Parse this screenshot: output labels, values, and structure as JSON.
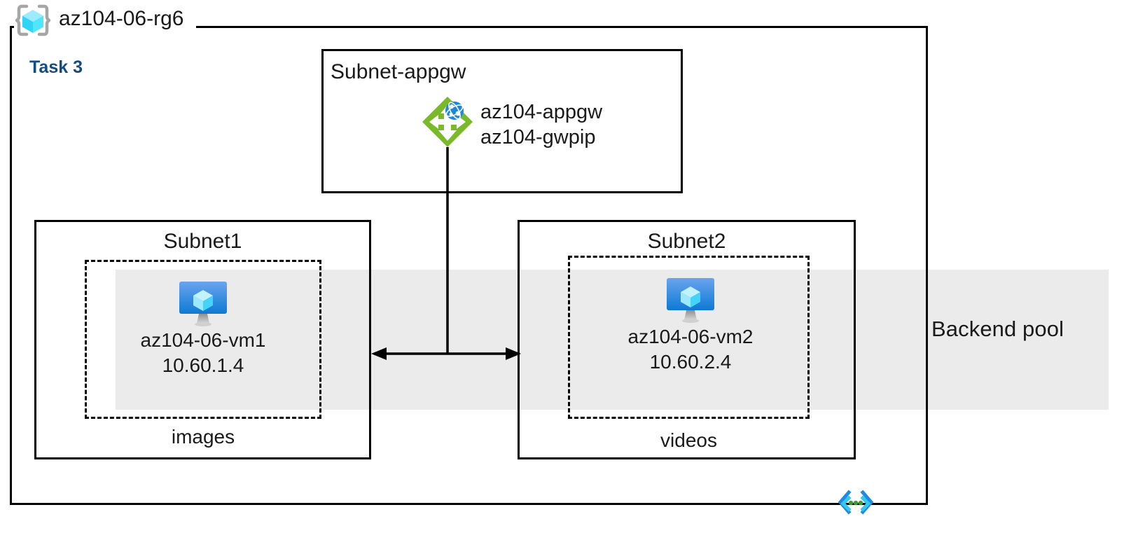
{
  "diagram": {
    "resource_group": {
      "name": "az104-06-rg6",
      "icon": "resource-group-cube-icon"
    },
    "task_label": "Task 3",
    "backend_pool": {
      "label": "Backend pool",
      "band_color": "#ebebeb"
    },
    "accent_colors": {
      "task_blue": "#124c84",
      "appgw_green": "#7ab929",
      "vm_blue": "#1b87e0",
      "cube_cyan": "#50e6ff",
      "code_icon_blue": "#1f8ae0",
      "code_icon_cyan": "#32c8f0",
      "code_icon_green": "#3f9c35"
    },
    "subnets": [
      {
        "id": "subnet-appgw",
        "title": "Subnet-appgw",
        "resources": [
          {
            "icon": "application-gateway-icon",
            "lines": [
              "az104-appgw",
              "az104-gwpip"
            ]
          }
        ]
      },
      {
        "id": "subnet1",
        "title": "Subnet1",
        "nsg_label": "images",
        "vm": {
          "icon": "virtual-machine-icon",
          "name": "az104-06-vm1",
          "ip": "10.60.1.4"
        }
      },
      {
        "id": "subnet2",
        "title": "Subnet2",
        "nsg_label": "videos",
        "vm": {
          "icon": "virtual-machine-icon",
          "name": "az104-06-vm2",
          "ip": "10.60.2.4"
        }
      }
    ],
    "footer_icon": "code-brackets-icon"
  }
}
